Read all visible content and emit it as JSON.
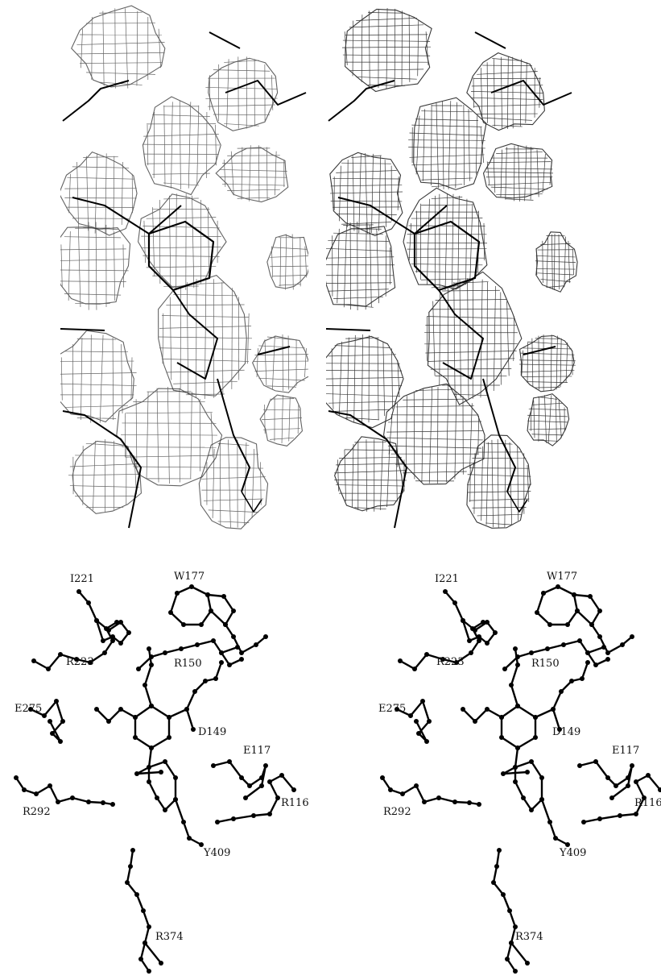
{
  "labels": {
    "i221": "I221",
    "w177": "W177",
    "r223": "R223",
    "r150": "R150",
    "e275": "E275",
    "d149": "D149",
    "e117": "E117",
    "r292": "R292",
    "r116": "R116",
    "y409": "Y409",
    "r374": "R374"
  }
}
